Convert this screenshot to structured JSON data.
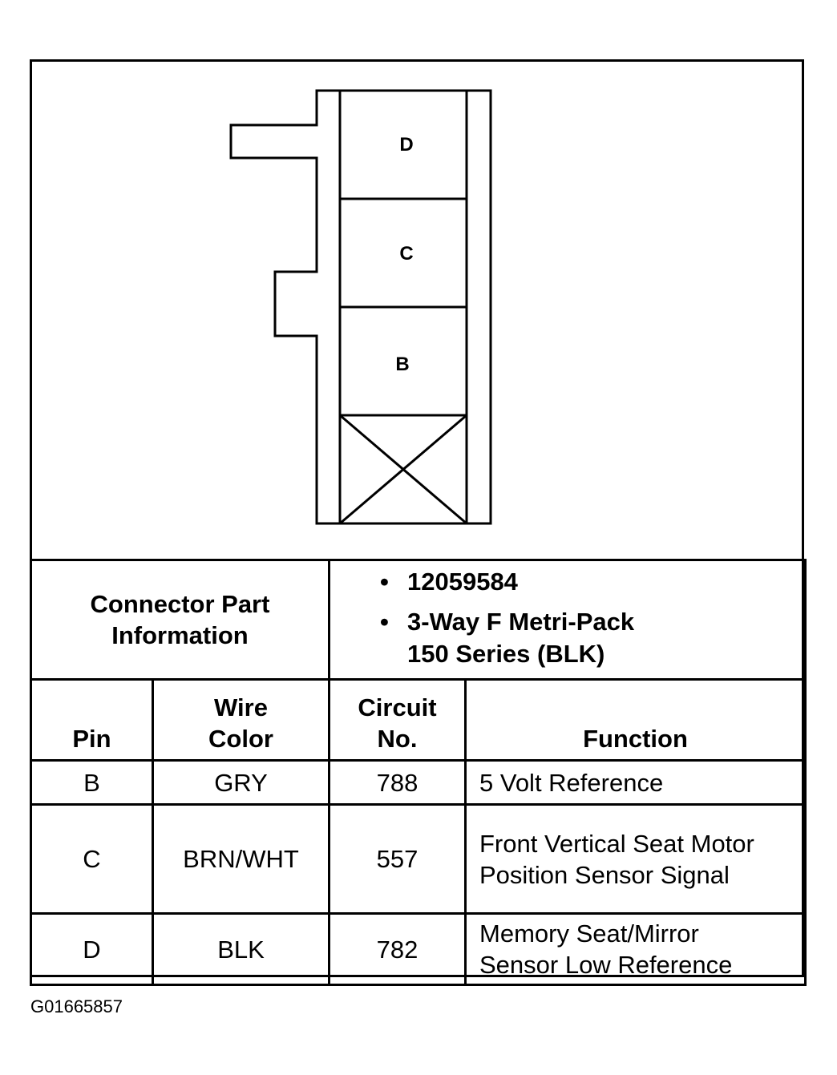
{
  "connector": {
    "cavities": [
      "D",
      "C",
      "B"
    ]
  },
  "part_info": {
    "label": "Connector Part Information",
    "items": [
      "12059584",
      "3-Way F Metri-Pack 150 Series (BLK)"
    ]
  },
  "table": {
    "headers": {
      "pin": "Pin",
      "wire_color": "Wire Color",
      "circuit_no": "Circuit No.",
      "function": "Function"
    },
    "rows": [
      {
        "pin": "B",
        "wire_color": "GRY",
        "circuit_no": "788",
        "function": "5 Volt Reference"
      },
      {
        "pin": "C",
        "wire_color": "BRN/WHT",
        "circuit_no": "557",
        "function": "Front Vertical Seat Motor Position Sensor Signal"
      },
      {
        "pin": "D",
        "wire_color": "BLK",
        "circuit_no": "782",
        "function": "Memory Seat/Mirror Sensor Low Reference"
      }
    ]
  },
  "figure_id": "G01665857"
}
